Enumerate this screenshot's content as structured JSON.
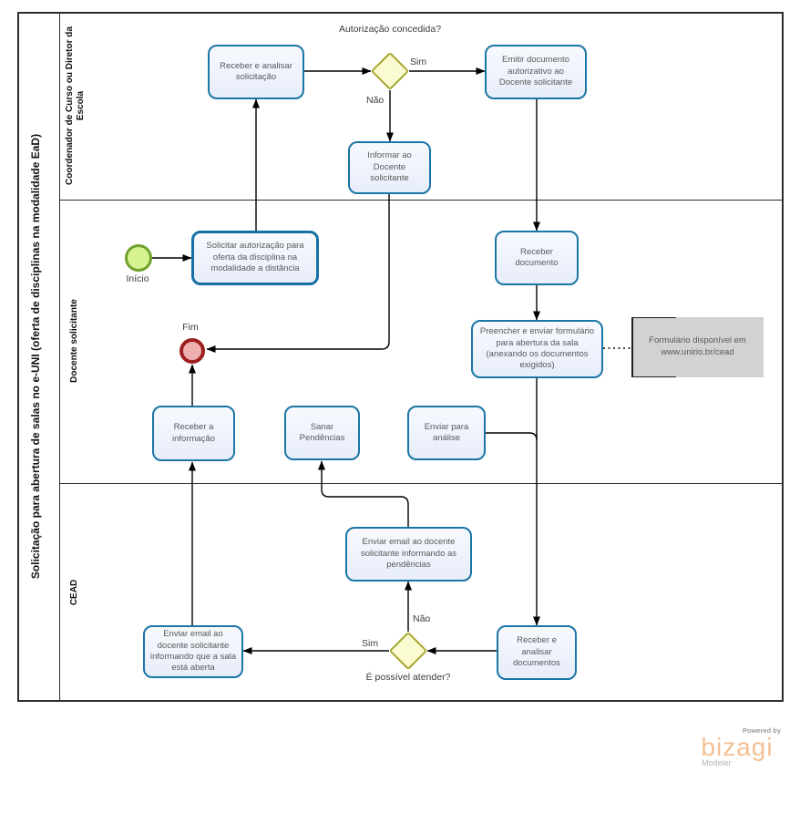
{
  "diagram": {
    "pool_title": "Solicitação para abertura de salas no e-UNI (oferta de disciplinas na modalidade EaD)",
    "lanes": {
      "lane1": "Coordenador de Curso ou Diretor da Escola",
      "lane2": "Docente  solicitante",
      "lane3": "CEAD"
    }
  },
  "events": {
    "start": "Início",
    "end": "Fim"
  },
  "tasks": {
    "receber_analisar_solicitacao": "Receber  e analisar solicitação",
    "emitir_documento": "Emitir documento autorizativo ao Docente solicitante",
    "informar_docente": "Informar ao Docente solicitante",
    "solicitar_autorizacao": "Solicitar autorização para oferta da disciplina na modalidade a distância",
    "receber_documento": "Receber documento",
    "preencher_formulario": "Preencher e enviar formulário para abertura da sala (anexando os documentos exigidos)",
    "receber_informacao": "Receber a informação",
    "sanar_pendencias": "Sanar Pendências",
    "enviar_analise": "Enviar para análise",
    "email_pendencias": "Enviar email ao docente solicitante informando as pendências",
    "email_sala_aberta": "Enviar email ao docente solicitante informando que a sala está aberta",
    "receber_analisar_documentos": "Receber e analisar documentos"
  },
  "gateways": {
    "autorizacao": {
      "question": "Autorização concedida?",
      "yes": "Sim",
      "no": "Não"
    },
    "atender": {
      "question": "É possível atender?",
      "yes": "Sim",
      "no": "Não"
    }
  },
  "annotation": {
    "text": "Formulário disponível em www.unirio.br/cead"
  },
  "branding": {
    "powered_by": "Powered by",
    "brand": "bizagi",
    "product": "Modeler"
  },
  "colors": {
    "task_border": "#1b75a5",
    "task_fill": "#e7edfa",
    "gateway_border": "#a8a832",
    "gateway_fill": "#fbfbd2",
    "start_border": "#6fa12b",
    "start_fill": "#d7f290",
    "end_border": "#9e1f1f",
    "end_fill": "#efb0b0",
    "annotation_fill": "#d2d2d2",
    "line": "#000000",
    "brand_orange": "#f4c094"
  }
}
